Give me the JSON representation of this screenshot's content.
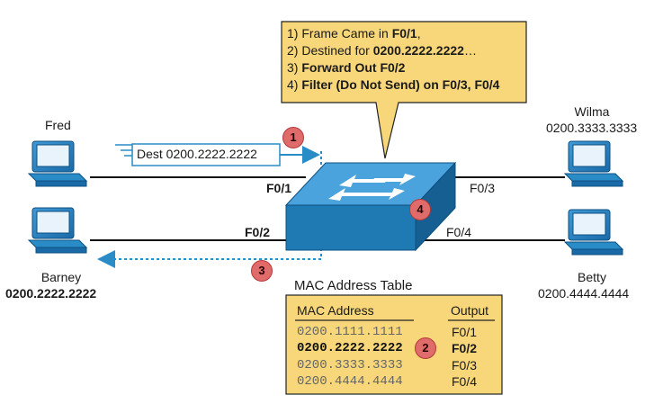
{
  "callout": {
    "lines": [
      {
        "prefix": "1) Frame Came in ",
        "bold": "F0/1",
        "suffix": ","
      },
      {
        "prefix": "2) Destined for ",
        "bold": "0200.2222.2222",
        "suffix": "…"
      },
      {
        "prefix": "3) ",
        "bold": "Forward Out F0/2",
        "suffix": ""
      },
      {
        "prefix": "4) ",
        "bold": "Filter (Do Not Send) on F0/3, F0/4",
        "suffix": ""
      }
    ]
  },
  "hosts": {
    "fred": {
      "name": "Fred",
      "mac": ""
    },
    "barney": {
      "name": "Barney",
      "mac": "0200.2222.2222"
    },
    "wilma": {
      "name": "Wilma",
      "mac": "0200.3333.3333"
    },
    "betty": {
      "name": "Betty",
      "mac": "0200.4444.4444"
    }
  },
  "ports": {
    "f01": "F0/1",
    "f02": "F0/2",
    "f03": "F0/3",
    "f04": "F0/4"
  },
  "frame": {
    "label": "Dest 0200.2222.2222"
  },
  "steps": {
    "s1": "1",
    "s2": "2",
    "s3": "3",
    "s4": "4"
  },
  "mac_table": {
    "title": "MAC Address Table",
    "col_address": "MAC Address",
    "col_output": "Output",
    "rows": [
      {
        "mac": "0200.1111.1111",
        "port": "F0/1"
      },
      {
        "mac": "0200.2222.2222",
        "port": "F0/2"
      },
      {
        "mac": "0200.3333.3333",
        "port": "F0/3"
      },
      {
        "mac": "0200.4444.4444",
        "port": "F0/4"
      }
    ]
  },
  "colors": {
    "callout_fill": "#f8d77a",
    "table_fill": "#f8d77a",
    "switch_blue": "#1f7ab3",
    "arrow_blue": "#2a8cc7",
    "badge": "#e06b6b"
  }
}
